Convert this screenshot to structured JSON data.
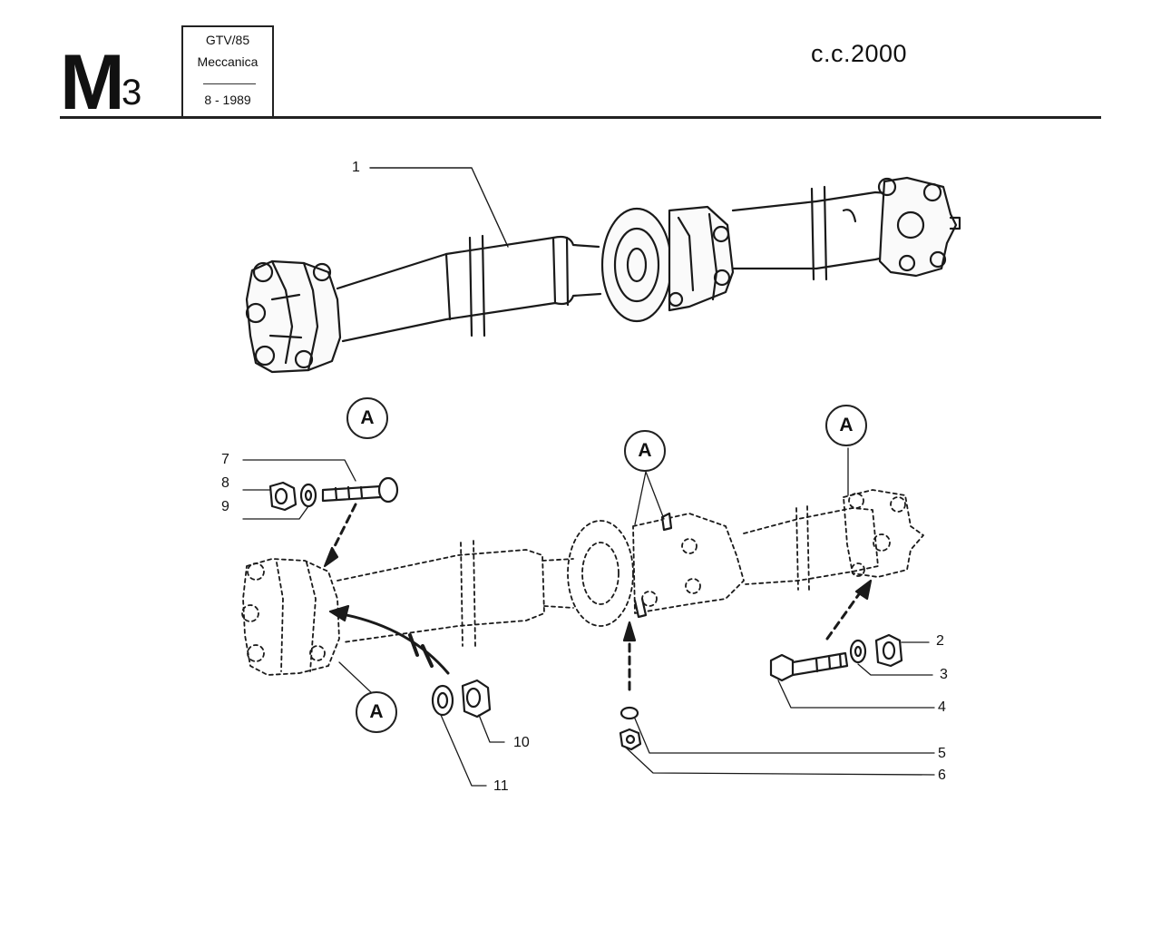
{
  "header": {
    "section_letter": "M",
    "section_number": "3",
    "model": "GTV/85",
    "group": "Meccanica",
    "date": "8 - 1989",
    "displacement": "c.c.2000"
  },
  "callouts": {
    "c1": "1",
    "c2": "2",
    "c3": "3",
    "c4": "4",
    "c5": "5",
    "c6": "6",
    "c7": "7",
    "c8": "8",
    "c9": "9",
    "c10": "10",
    "c11": "11"
  },
  "detail_badges": {
    "label": "A"
  }
}
